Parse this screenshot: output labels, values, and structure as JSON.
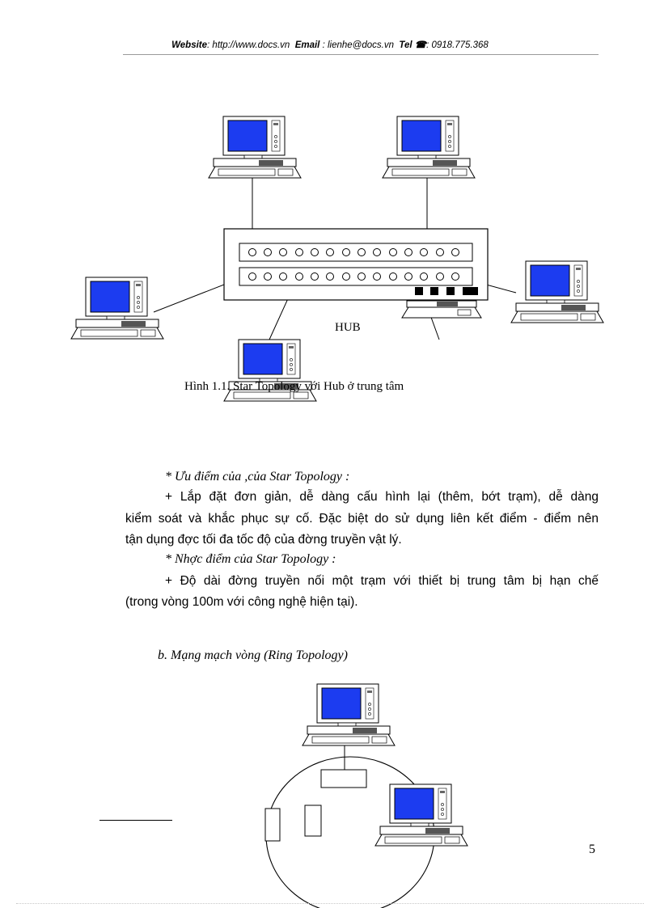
{
  "header": {
    "website_label": "Website",
    "website_value": ": http://www.docs.vn",
    "email_label": "Email",
    "email_value": ": lienhe@docs.vn",
    "tel_label": "Tel",
    "tel_icon": "phone-icon",
    "tel_value": ": 0918.775.368"
  },
  "figure1": {
    "hub_label": "HUB",
    "caption": "Hình 1.1. Star Topology với Hub ở trung tâm"
  },
  "body": {
    "adv_heading": "* Ưu điểm của ,của Star Topology :",
    "adv_line1": "+ Lắp đặt đơn giản, dễ dàng cấu hình lại (thêm, bớt trạm), dễ dàng",
    "adv_line2": "kiểm soát và khắc phục sự cố. Đặc biệt do sử dụng liên kết điểm - điểm nên",
    "adv_line3": "tận dụng đợc  tối đa tốc độ của đờng  truyền vật lý.",
    "dis_heading": "* Nhợc  điểm của Star Topology :",
    "dis_line1": "+ Độ dài đờng  truyền nối một trạm với thiết bị trung tâm bị hạn chế",
    "dis_line2": "(trong vòng 100m với công nghệ hiện tại).",
    "ring_heading": "b. Mạng mạch vòng (Ring Topology)"
  },
  "page_number": "5"
}
